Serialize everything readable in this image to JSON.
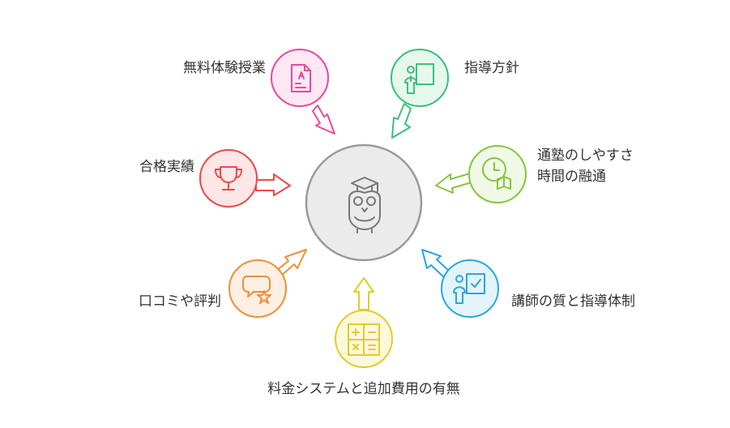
{
  "center": {
    "icon": "owl-graduate-icon"
  },
  "nodes": [
    {
      "id": "free-trial",
      "label": "無料体験授業",
      "color": "#e84a9c",
      "fill": "#fde8f3",
      "icon": "document-icon"
    },
    {
      "id": "policy",
      "label": "指導方針",
      "color": "#3cbf7a",
      "fill": "#e6f7ee",
      "icon": "teacher-board-icon"
    },
    {
      "id": "access",
      "label": "通塾のしやすさ",
      "label2": "時間の融通",
      "color": "#86c43f",
      "fill": "#f0f8e6",
      "icon": "clock-book-icon"
    },
    {
      "id": "instructors",
      "label": "講師の質と指導体制",
      "color": "#2aa7dc",
      "fill": "#e4f4fb",
      "icon": "instructor-check-icon"
    },
    {
      "id": "fees",
      "label": "料金システムと追加費用の有無",
      "color": "#e3cc28",
      "fill": "#fcf8dc",
      "icon": "calculator-icon"
    },
    {
      "id": "reviews",
      "label": "口コミや評判",
      "color": "#ee8f3a",
      "fill": "#fdefe1",
      "icon": "speech-star-icon"
    },
    {
      "id": "results",
      "label": "合格実績",
      "color": "#e84a4a",
      "fill": "#fde6e6",
      "icon": "trophy-icon"
    }
  ]
}
